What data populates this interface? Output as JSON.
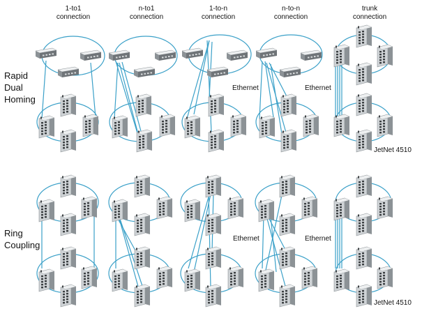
{
  "columns": [
    {
      "line1": "1-to1",
      "line2": "connection"
    },
    {
      "line1": "n-to1",
      "line2": "connection"
    },
    {
      "line1": "1-to-n",
      "line2": "connection"
    },
    {
      "line1": "n-to-n",
      "line2": "connection"
    },
    {
      "line1": "trunk",
      "line2": "connection"
    }
  ],
  "rows": [
    {
      "lines": [
        "Rapid",
        "Dual",
        "Homing"
      ]
    },
    {
      "lines": [
        "Ring",
        "Coupling"
      ]
    }
  ],
  "labels": {
    "ethernet": "Ethernet",
    "device": "JetNet 4510"
  },
  "colors": {
    "link": "#3aa0c8",
    "switch_body": "#cfd3d6",
    "switch_shadow": "#8c9296",
    "switch_top": "#eef0f1",
    "port": "#3c4043"
  }
}
